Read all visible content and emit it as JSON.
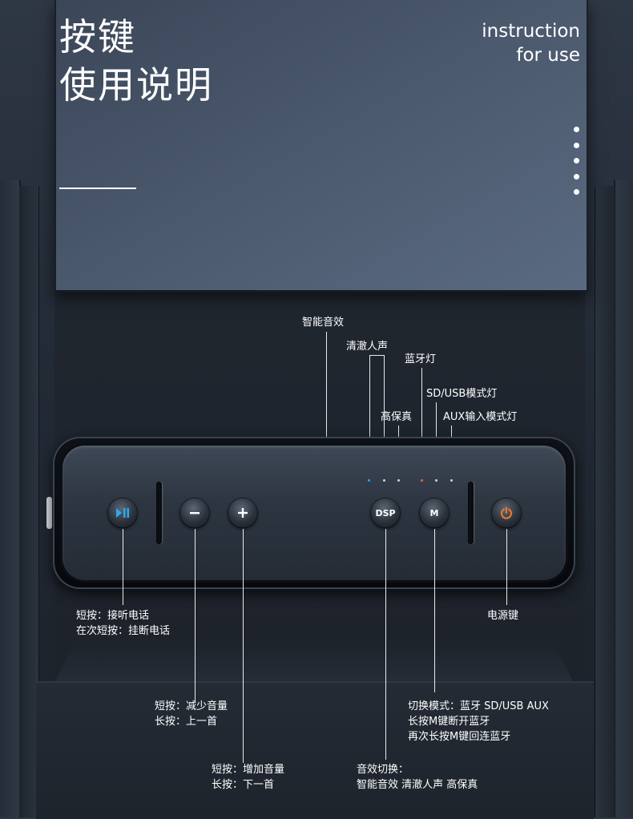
{
  "header": {
    "title_cn_line1": "按键",
    "title_cn_line2": "使用说明",
    "title_en_line1": "instruction",
    "title_en_line2": "for use"
  },
  "indicators": {
    "smart_sound": "智能音效",
    "clear_voice": "清澈人声",
    "bluetooth_light": "蓝牙灯",
    "sd_usb_light": "SD/USB模式灯",
    "hifi": "高保真",
    "aux_light": "AUX输入模式灯"
  },
  "buttons": {
    "dsp_label": "DSP",
    "m_label": "M"
  },
  "descriptions": {
    "play_pause": {
      "line1": "短按：接听电话",
      "line2": "在次短按：挂断电话"
    },
    "volume_down": {
      "line1": "短按：减少音量",
      "line2": "长按：上一首"
    },
    "volume_up": {
      "line1": "短按：增加音量",
      "line2": "长按：下一首"
    },
    "dsp": {
      "line1": "音效切换：",
      "line2": "智能音效 清澈人声 高保真"
    },
    "mode": {
      "line1": "切换模式：蓝牙 SD/USB AUX",
      "line2": "长按M键断开蓝牙",
      "line3": "再次长按M键回连蓝牙"
    },
    "power": {
      "line1": "电源键"
    }
  },
  "colors": {
    "play_icon": "#2aa9f0",
    "power_icon": "#f07a2a",
    "blue_led": "#2aa9f0",
    "orange_led": "#f06a2a"
  }
}
